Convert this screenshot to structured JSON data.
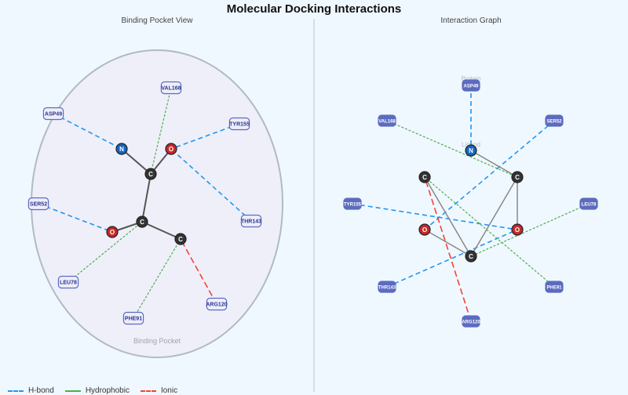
{
  "title": "Molecular Docking Interactions",
  "left_panel": {
    "title": "Binding Pocket View",
    "pocket_label": "Binding Pocket"
  },
  "right_panel": {
    "title": "Interaction Graph",
    "protein_label": "Protein",
    "ligand_label": "Ligand"
  },
  "colors": {
    "hbond": "#2196f3",
    "hydrophobic": "#4caf50",
    "ionic": "#f44336",
    "bond": "#555555",
    "N": "#1565c0",
    "O": "#c62828",
    "C": "#333333",
    "residue_fill_left": "#eeeefa",
    "residue_border": "#5c6bc0",
    "residue_fill_right": "#5c6bc0"
  },
  "legend": [
    {
      "label": "H-bond",
      "type": "hbond"
    },
    {
      "label": "Hydrophobic",
      "type": "hydrophobic"
    },
    {
      "label": "Ionic",
      "type": "ionic"
    }
  ],
  "atoms": [
    {
      "id": "a1",
      "element": "N"
    },
    {
      "id": "a2",
      "element": "O"
    },
    {
      "id": "a3",
      "element": "C"
    },
    {
      "id": "a4",
      "element": "C"
    },
    {
      "id": "a5",
      "element": "O"
    },
    {
      "id": "a6",
      "element": "C"
    }
  ],
  "bonds": [
    [
      "a1",
      "a3"
    ],
    [
      "a2",
      "a3"
    ],
    [
      "a3",
      "a4"
    ],
    [
      "a4",
      "a5"
    ],
    [
      "a4",
      "a6"
    ]
  ],
  "residues": [
    "ASP49",
    "VAL168",
    "SER52",
    "TYR155",
    "LEU78",
    "THR143",
    "PHE91",
    "ARG120"
  ],
  "interactions": [
    {
      "residue": "ASP49",
      "atom": "a1",
      "type": "hbond"
    },
    {
      "residue": "VAL168",
      "atom": "a3",
      "type": "hydrophobic"
    },
    {
      "residue": "TYR155",
      "atom": "a2",
      "type": "hbond"
    },
    {
      "residue": "THR143",
      "atom": "a2",
      "type": "hbond"
    },
    {
      "residue": "SER52",
      "atom": "a5",
      "type": "hbond"
    },
    {
      "residue": "LEU78",
      "atom": "a4",
      "type": "hydrophobic"
    },
    {
      "residue": "PHE91",
      "atom": "a6",
      "type": "hydrophobic"
    },
    {
      "residue": "ARG120",
      "atom": "a6",
      "type": "ionic"
    }
  ]
}
